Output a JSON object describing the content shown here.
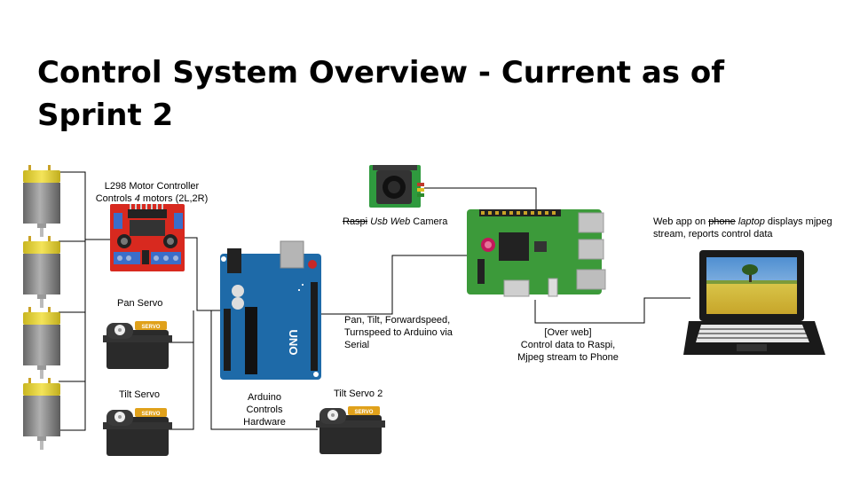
{
  "slide": {
    "title": "Control System Overview - Current as of Sprint 2"
  },
  "labels": {
    "motor_controller": {
      "line1": "L298 Motor Controller",
      "line2_pre": "Controls ",
      "line2_em": "4",
      "line2_post": " motors (2L,2R)"
    },
    "pan_servo": "Pan Servo",
    "tilt_servo": "Tilt Servo",
    "tilt_servo_2": "Tilt Servo 2",
    "arduino": [
      "Arduino",
      "Controls",
      "Hardware"
    ],
    "serial_link": [
      "Pan, Tilt, Forwardspeed,",
      "Turnspeed to Arduino via",
      "Serial"
    ],
    "camera": {
      "struck": "Raspi",
      "rest": " Usb Web",
      "tail": " Camera"
    },
    "web_link": [
      "[Over web]",
      "Control data to Raspi,",
      "Mjpeg stream to Phone"
    ],
    "webapp": {
      "pre": "Web app on ",
      "struck": "phone",
      "em": " laptop",
      "post": " displays mjpeg",
      "line2": "stream, reports control data"
    }
  },
  "parts": {
    "motor_count": 4,
    "servo_brand": "SERVO",
    "arduino_board": "UNO"
  },
  "colors": {
    "motor_cap": "#e8d63a",
    "motor_body": "#8a8a8a",
    "driver_red": "#d8291f",
    "terminal_blue": "#3b6ec9",
    "arduino_blue": "#1e6aa8",
    "pi_green": "#3c9a3a",
    "camera_green": "#2f9a3e",
    "servo_black": "#2a2a2a",
    "servo_label": "#e0a11b",
    "wire": "#000000"
  }
}
